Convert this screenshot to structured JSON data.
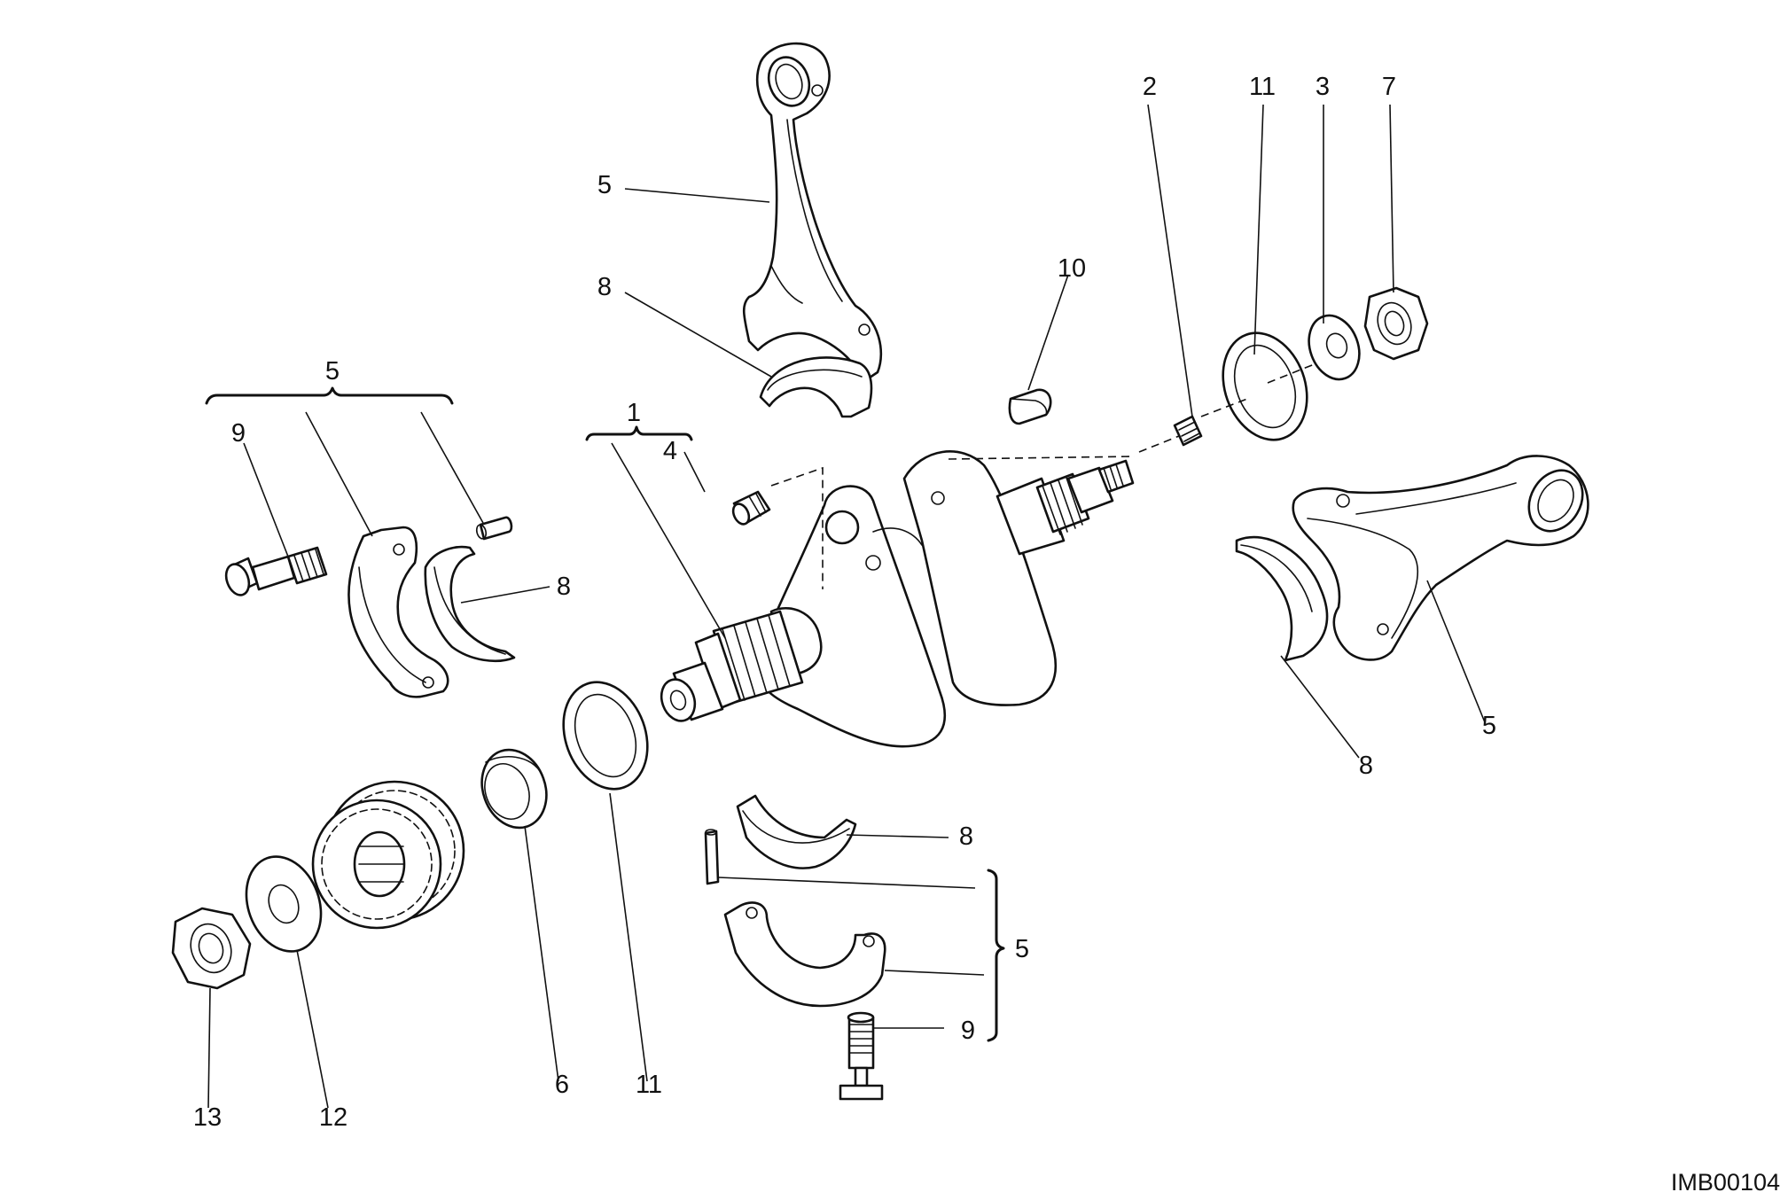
{
  "diagram_code": "IMB00104",
  "callouts": [
    {
      "id": "c1",
      "label": "1"
    },
    {
      "id": "c2",
      "label": "2"
    },
    {
      "id": "c3",
      "label": "3"
    },
    {
      "id": "c4",
      "label": "4"
    },
    {
      "id": "c5a",
      "label": "5"
    },
    {
      "id": "c5b",
      "label": "5"
    },
    {
      "id": "c5c",
      "label": "5"
    },
    {
      "id": "c5d",
      "label": "5"
    },
    {
      "id": "c6",
      "label": "6"
    },
    {
      "id": "c7",
      "label": "7"
    },
    {
      "id": "c8a",
      "label": "8"
    },
    {
      "id": "c8b",
      "label": "8"
    },
    {
      "id": "c8c",
      "label": "8"
    },
    {
      "id": "c8d",
      "label": "8"
    },
    {
      "id": "c9a",
      "label": "9"
    },
    {
      "id": "c9b",
      "label": "9"
    },
    {
      "id": "c10",
      "label": "10"
    },
    {
      "id": "c11a",
      "label": "11"
    },
    {
      "id": "c11b",
      "label": "11"
    },
    {
      "id": "c12",
      "label": "12"
    },
    {
      "id": "c13",
      "label": "13"
    }
  ]
}
